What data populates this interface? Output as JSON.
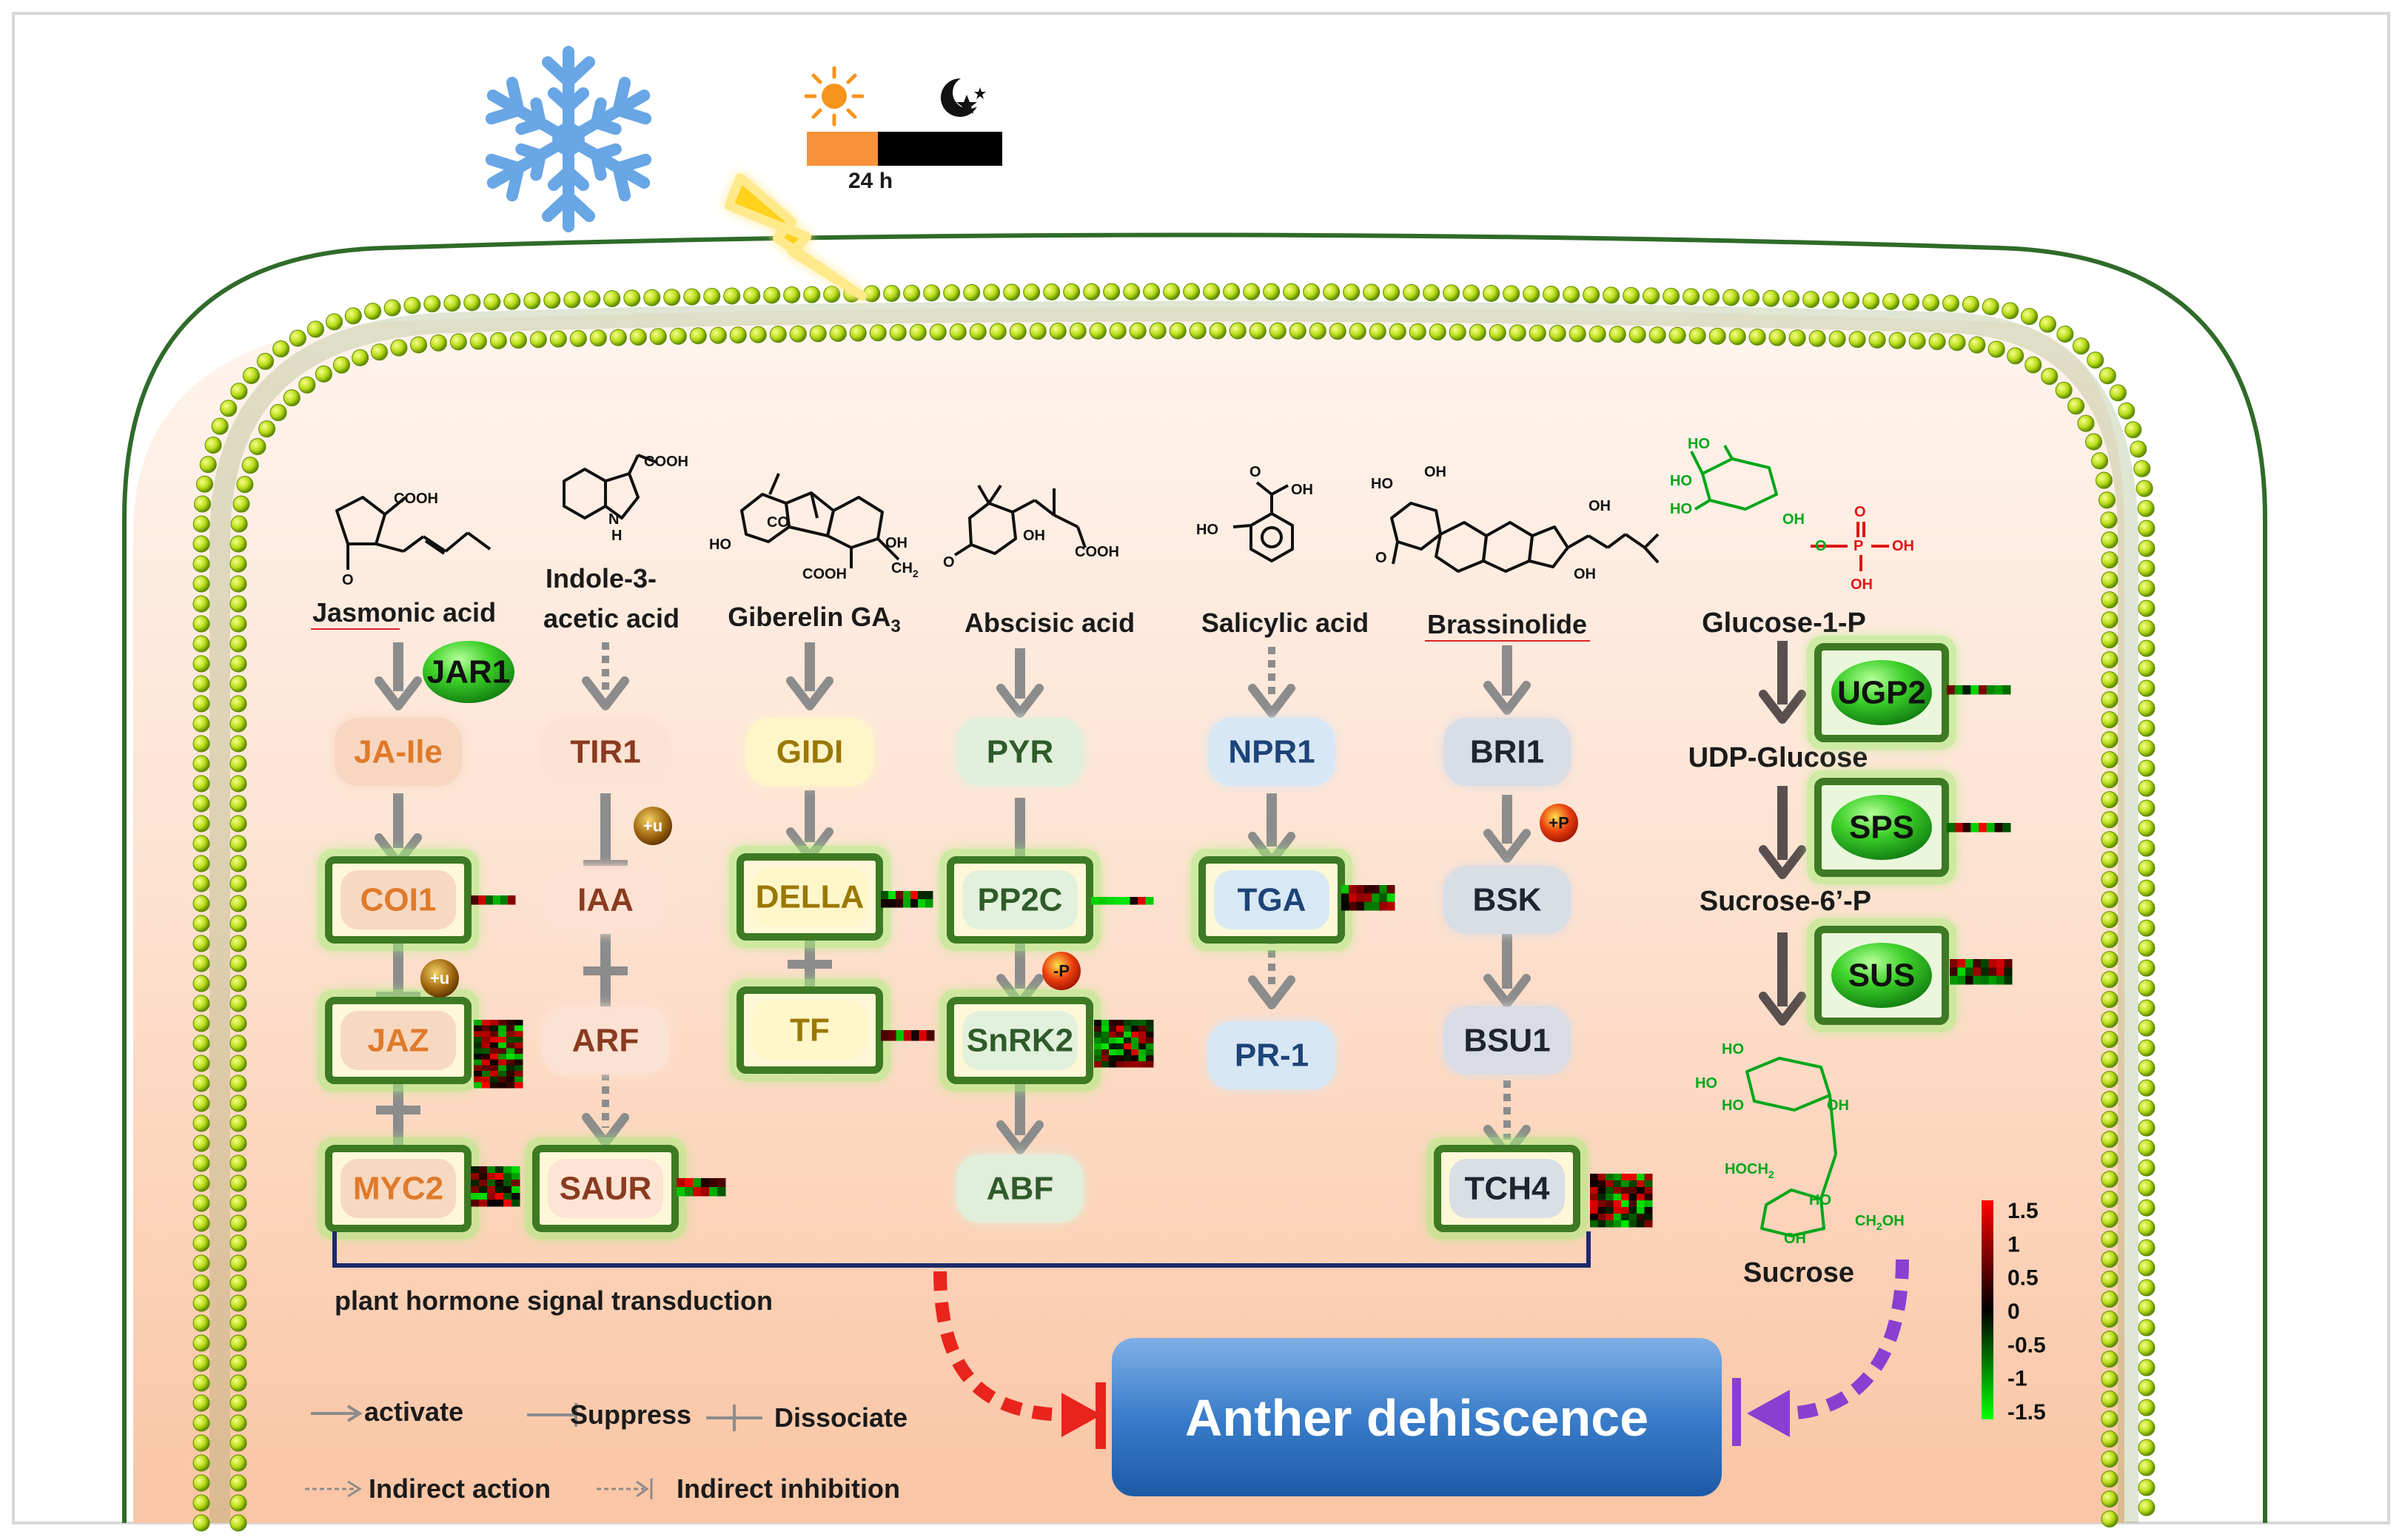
{
  "timer": {
    "label": "24 h"
  },
  "pathways": [
    {
      "id": "ja",
      "hormone": "Jasmonic acid",
      "genes": [
        "JA-Ile",
        "COI1",
        "JAZ",
        "MYC2"
      ],
      "enzyme": "JAR1",
      "mods": [
        "+u"
      ]
    },
    {
      "id": "iaa",
      "hormone_line1": "Indole-3-",
      "hormone_line2": "acetic acid",
      "genes": [
        "TIR1",
        "IAA",
        "ARF",
        "SAUR"
      ],
      "mods": [
        "+u"
      ]
    },
    {
      "id": "ga",
      "hormone": "Giberelin GA",
      "hormone_sub": "3",
      "genes": [
        "GIDI",
        "DELLA",
        "TF"
      ]
    },
    {
      "id": "aba",
      "hormone": "Abscisic acid",
      "genes": [
        "PYR",
        "PP2C",
        "SnRK2",
        "ABF"
      ],
      "mods": [
        "-P"
      ]
    },
    {
      "id": "sa",
      "hormone": "Salicylic acid",
      "genes": [
        "NPR1",
        "TGA",
        "PR-1"
      ]
    },
    {
      "id": "br",
      "hormone": "Brassinolide",
      "genes": [
        "BRI1",
        "BSK",
        "BSU1",
        "TCH4"
      ],
      "mods": [
        "+P"
      ]
    }
  ],
  "sucrose": {
    "metabolites": [
      "Glucose-1-P",
      "UDP-Glucose",
      "Sucrose-6’-P",
      "Sucrose"
    ],
    "enzymes": [
      "UGP2",
      "SPS",
      "SUS"
    ]
  },
  "chem": {
    "cooh": "COOH",
    "oh": "OH",
    "ho": "HO",
    "o": "O",
    "nh": "N",
    "h": "H",
    "ch2": "CH",
    "sub2": "2",
    "co": "CO",
    "p": "P",
    "hoch2": "HOCH",
    "ch2oh": "CH",
    "oh_suffix": "OH"
  },
  "bracket_label": "plant hormone signal transduction",
  "outcome": "Anther dehiscence",
  "legend": {
    "activate": "activate",
    "suppress": "Suppress",
    "dissociate": "Dissociate",
    "indirect_action": "Indirect action",
    "indirect_inhibition": "Indirect inhibition"
  },
  "colorbar": {
    "ticks": [
      "1.5",
      "1",
      "0.5",
      "0",
      "-0.5",
      "-1",
      "-1.5"
    ],
    "colors": [
      "#00ff00",
      "#000000",
      "#ff0000"
    ]
  },
  "colors": {
    "activation_arrow": "#e8241c",
    "sucrose_arrow": "#8a3fd1",
    "membrane": "#a6d41a",
    "outcome_box": "#2e6fbd"
  }
}
